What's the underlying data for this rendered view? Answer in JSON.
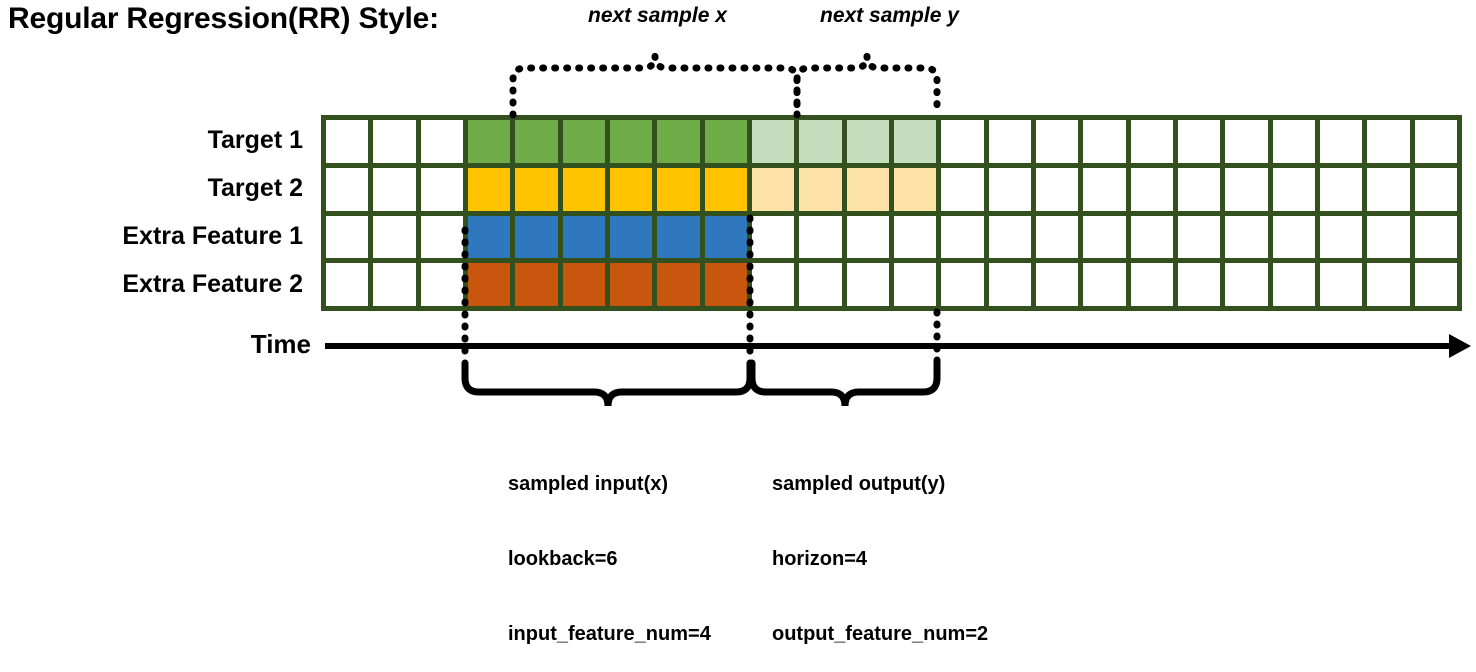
{
  "title": "Regular Regression(RR) Style:",
  "rows": [
    {
      "label": "Target 1",
      "name": "target-1"
    },
    {
      "label": "Target 2",
      "name": "target-2"
    },
    {
      "label": "Extra Feature 1",
      "name": "extra-feature-1"
    },
    {
      "label": "Extra Feature 2",
      "name": "extra-feature-2"
    }
  ],
  "grid": {
    "columns": 24,
    "colors": {
      "border": "#33511e",
      "empty": "#ffffff",
      "target1_input": "#6fab47",
      "target1_output": "#c6debd",
      "target2_input": "#ffc300",
      "target2_output": "#fde3a7",
      "extra1_input": "#2f78bd",
      "extra2_input": "#c8560f"
    },
    "cells": [
      [
        "#ffffff",
        "#ffffff",
        "#ffffff",
        "#6fab47",
        "#6fab47",
        "#6fab47",
        "#6fab47",
        "#6fab47",
        "#6fab47",
        "#c6debd",
        "#c6debd",
        "#c6debd",
        "#c6debd",
        "#ffffff",
        "#ffffff",
        "#ffffff",
        "#ffffff",
        "#ffffff",
        "#ffffff",
        "#ffffff",
        "#ffffff",
        "#ffffff",
        "#ffffff",
        "#ffffff"
      ],
      [
        "#ffffff",
        "#ffffff",
        "#ffffff",
        "#ffc300",
        "#ffc300",
        "#ffc300",
        "#ffc300",
        "#ffc300",
        "#ffc300",
        "#fde3a7",
        "#fde3a7",
        "#fde3a7",
        "#fde3a7",
        "#ffffff",
        "#ffffff",
        "#ffffff",
        "#ffffff",
        "#ffffff",
        "#ffffff",
        "#ffffff",
        "#ffffff",
        "#ffffff",
        "#ffffff",
        "#ffffff"
      ],
      [
        "#ffffff",
        "#ffffff",
        "#ffffff",
        "#2f78bd",
        "#2f78bd",
        "#2f78bd",
        "#2f78bd",
        "#2f78bd",
        "#2f78bd",
        "#ffffff",
        "#ffffff",
        "#ffffff",
        "#ffffff",
        "#ffffff",
        "#ffffff",
        "#ffffff",
        "#ffffff",
        "#ffffff",
        "#ffffff",
        "#ffffff",
        "#ffffff",
        "#ffffff",
        "#ffffff",
        "#ffffff"
      ],
      [
        "#ffffff",
        "#ffffff",
        "#ffffff",
        "#c8560f",
        "#c8560f",
        "#c8560f",
        "#c8560f",
        "#c8560f",
        "#c8560f",
        "#ffffff",
        "#ffffff",
        "#ffffff",
        "#ffffff",
        "#ffffff",
        "#ffffff",
        "#ffffff",
        "#ffffff",
        "#ffffff",
        "#ffffff",
        "#ffffff",
        "#ffffff",
        "#ffffff",
        "#ffffff",
        "#ffffff"
      ]
    ]
  },
  "time_axis": {
    "label": "Time"
  },
  "top_annotations": [
    {
      "name": "next-sample-x",
      "label": "next sample x"
    },
    {
      "name": "next-sample-y",
      "label": "next sample y"
    }
  ],
  "bottom_annotations": [
    {
      "name": "sampled-input",
      "line1": "sampled input(x)",
      "line2": "lookback=6",
      "line3": "input_feature_num=4"
    },
    {
      "name": "sampled-output",
      "line1": "sampled output(y)",
      "line2": "horizon=4",
      "line3": "output_feature_num=2"
    }
  ]
}
